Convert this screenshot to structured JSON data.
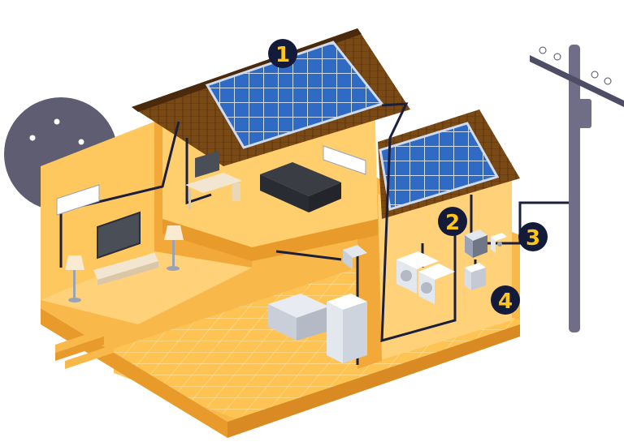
{
  "diagram": {
    "markers": [
      {
        "id": "1",
        "label": "1"
      },
      {
        "id": "2",
        "label": "2"
      },
      {
        "id": "3",
        "label": "3"
      },
      {
        "id": "4",
        "label": "4"
      }
    ],
    "colors": {
      "wall_light": "#FFD27A",
      "wall_mid": "#F8B84A",
      "wall_dark": "#E89A2A",
      "roof": "#7A4A16",
      "roof_dark": "#5A3410",
      "panel": "#2F6BC4",
      "panel_frame": "#C9D6EA",
      "wire": "#1B1F3B",
      "marker_bg": "#141A3A",
      "marker_text": "#FFC61A",
      "tree": "#5E5D72",
      "pole": "#6F6E86"
    },
    "icons": [
      "solar-panel-icon",
      "inverter-icon",
      "meter-icon",
      "breaker-box-icon",
      "utility-pole-icon",
      "tree-icon",
      "tv-icon",
      "air-conditioner-icon",
      "washing-machine-icon",
      "refrigerator-icon",
      "stove-icon",
      "bed-icon",
      "desk-icon",
      "lamp-icon"
    ]
  }
}
